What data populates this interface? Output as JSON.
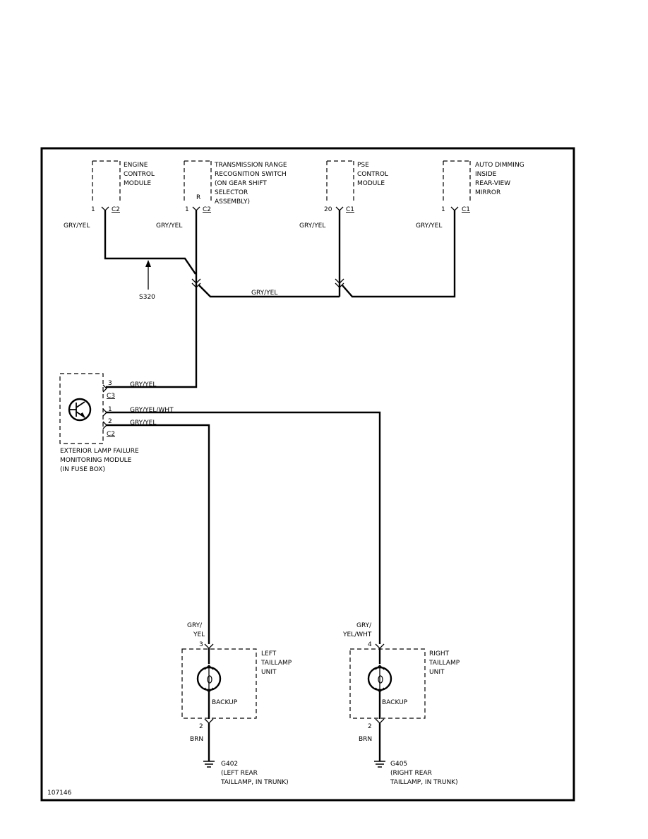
{
  "diagram": {
    "id_label": "107146",
    "splice": {
      "label": "S320"
    },
    "modules": {
      "ecm": {
        "lines": [
          "ENGINE",
          "CONTROL",
          "MODULE"
        ],
        "pin": "1",
        "conn": "C2",
        "wire": "GRY/YEL"
      },
      "trs": {
        "lines": [
          "TRANSMISSION RANGE",
          "RECOGNITION SWITCH",
          "(ON GEAR SHIFT",
          "SELECTOR",
          "ASSEMBLY)"
        ],
        "inner": "R",
        "pin": "1",
        "conn": "C2",
        "wire": "GRY/YEL"
      },
      "pse": {
        "lines": [
          "PSE",
          "CONTROL",
          "MODULE"
        ],
        "pin": "20",
        "conn": "C1",
        "wire": "GRY/YEL"
      },
      "mirror": {
        "lines": [
          "AUTO DIMMING",
          "INSIDE",
          "REAR-VIEW",
          "MIRROR"
        ],
        "pin": "1",
        "conn": "C1",
        "wire": "GRY/YEL"
      }
    },
    "bus_wire": "GRY/YEL",
    "lamp_module": {
      "lines": [
        "EXTERIOR LAMP FAILURE",
        "MONITORING MODULE",
        "(IN FUSE BOX)"
      ],
      "pins": [
        {
          "pin": "3",
          "wire": "GRY/YEL",
          "conn": "C3"
        },
        {
          "pin": "1",
          "wire": "GRY/YEL/WHT",
          "conn": ""
        },
        {
          "pin": "2",
          "wire": "GRY/YEL",
          "conn": "C2"
        }
      ]
    },
    "left_unit": {
      "wire_top": [
        "GRY/",
        "YEL"
      ],
      "pin_top": "3",
      "lines": [
        "LEFT",
        "TAILLAMP",
        "UNIT"
      ],
      "bulb": "BACKUP",
      "pin_bottom": "2",
      "wire_bottom": "BRN",
      "ground": {
        "id": "G402",
        "lines": [
          "(LEFT REAR",
          "TAILLAMP, IN TRUNK)"
        ]
      }
    },
    "right_unit": {
      "wire_top": [
        "GRY/",
        "YEL/WHT"
      ],
      "pin_top": "4",
      "lines": [
        "RIGHT",
        "TAILLAMP",
        "UNIT"
      ],
      "bulb": "BACKUP",
      "pin_bottom": "2",
      "wire_bottom": "BRN",
      "ground": {
        "id": "G405",
        "lines": [
          "(RIGHT REAR",
          "TAILLAMP, IN TRUNK)"
        ]
      }
    }
  }
}
